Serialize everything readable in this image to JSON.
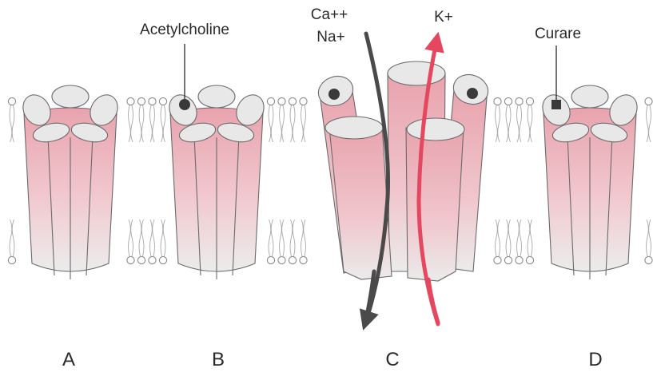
{
  "figure": {
    "panels": [
      {
        "id": "A",
        "letter": "A"
      },
      {
        "id": "B",
        "letter": "B"
      },
      {
        "id": "C",
        "letter": "C"
      },
      {
        "id": "D",
        "letter": "D"
      }
    ],
    "labels": {
      "acetylcholine": "Acetylcholine",
      "curare": "Curare",
      "ca": "Ca++",
      "na": "Na+",
      "k": "K+"
    },
    "colors": {
      "channel_top": "#e8a3ae",
      "channel_bottom": "#ececec",
      "cap": "#e8e8e8",
      "outline": "#6a6a6a",
      "ligand": "#3a3a3a",
      "cation_in_arrow": "#4a4a4a",
      "potassium_out_arrow": "#e4475e",
      "membrane": "#8a8a8a"
    }
  }
}
